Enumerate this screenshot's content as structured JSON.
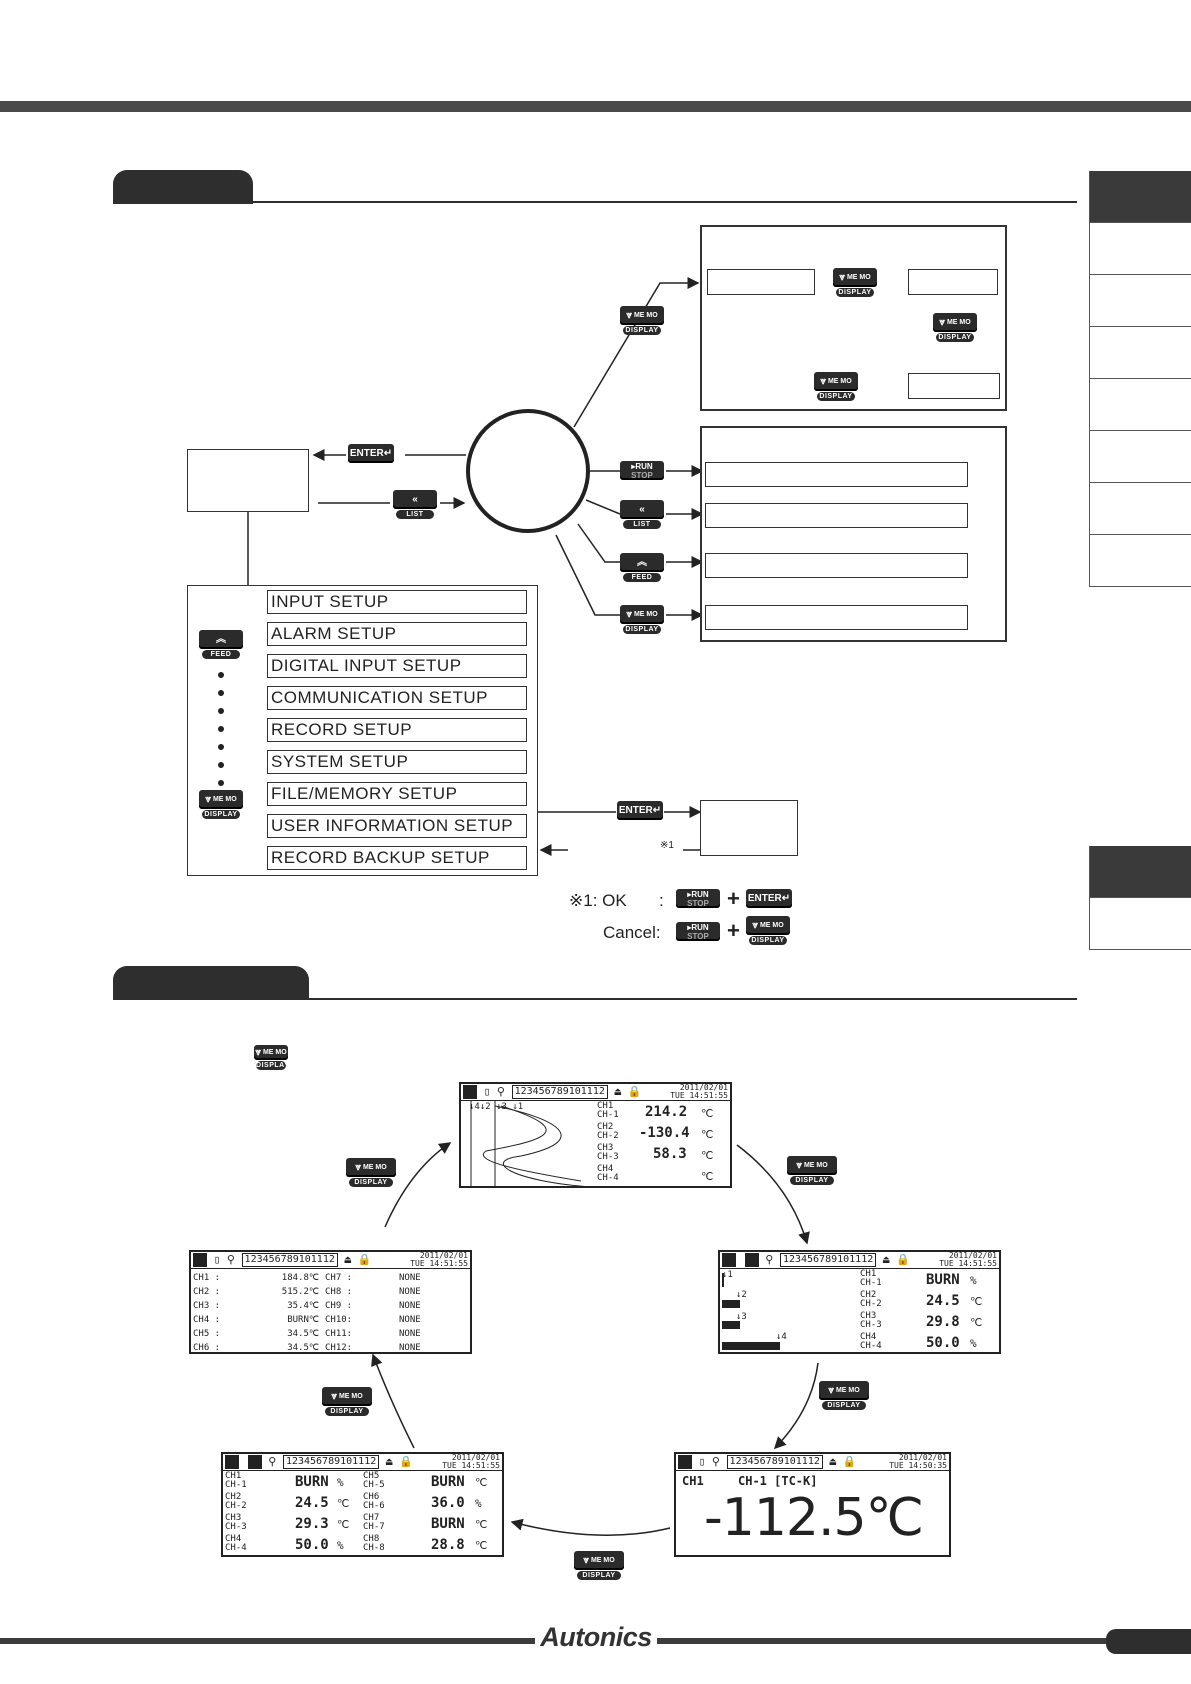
{
  "keys": {
    "memo_top": "ME MO",
    "display_label": "DISPLAY",
    "enter": "ENTER",
    "list": "LIST",
    "feed": "FEED",
    "run": "RUN",
    "stop": "STOP"
  },
  "menu": {
    "items": [
      "INPUT SETUP",
      "ALARM SETUP",
      "DIGITAL INPUT SETUP",
      "COMMUNICATION SETUP",
      "RECORD SETUP",
      "SYSTEM SETUP",
      "FILE/MEMORY SETUP",
      "USER INFORMATION SETUP",
      "RECORD BACKUP SETUP"
    ]
  },
  "notes": {
    "mark": "※1",
    "ok_label": "※1: OK",
    "colon": ":",
    "cancel_label": "Cancel:",
    "plus": "+"
  },
  "lcd": {
    "status_nums": "123456789101112",
    "date": "2011/02/01",
    "time_a": "TUE 14:51:55",
    "time_b": "TUE 14:50:35",
    "trend": {
      "rows": [
        {
          "ch": "CH1",
          "sub": "CH-1",
          "value": "214.2",
          "unit": "℃"
        },
        {
          "ch": "CH2",
          "sub": "CH-2",
          "value": "-130.4",
          "unit": "℃"
        },
        {
          "ch": "CH3",
          "sub": "CH-3",
          "value": "58.3",
          "unit": "℃"
        },
        {
          "ch": "CH4",
          "sub": "CH-4",
          "value": "",
          "unit": "℃"
        }
      ],
      "markers": "↓4↓2 ↓3 ↓1"
    },
    "bar": {
      "rows": [
        {
          "ch": "CH1",
          "sub": "CH-1",
          "value": "BURN",
          "unit": "%"
        },
        {
          "ch": "CH2",
          "sub": "CH-2",
          "value": "24.5",
          "unit": "℃"
        },
        {
          "ch": "CH3",
          "sub": "CH-3",
          "value": "29.8",
          "unit": "℃"
        },
        {
          "ch": "CH4",
          "sub": "CH-4",
          "value": "50.0",
          "unit": "%"
        }
      ],
      "markers": [
        "↓1",
        "↓2",
        "↓3",
        "↓4"
      ]
    },
    "single": {
      "ch": "CH1",
      "title": "CH-1 [TC-K]",
      "value": "-112.5℃"
    },
    "eight": {
      "left": [
        {
          "ch": "CH1",
          "sub": "CH-1",
          "value": "BURN",
          "unit": "%"
        },
        {
          "ch": "CH2",
          "sub": "CH-2",
          "value": "24.5",
          "unit": "℃"
        },
        {
          "ch": "CH3",
          "sub": "CH-3",
          "value": "29.3",
          "unit": "℃"
        },
        {
          "ch": "CH4",
          "sub": "CH-4",
          "value": "50.0",
          "unit": "%"
        }
      ],
      "right": [
        {
          "ch": "CH5",
          "sub": "CH-5",
          "value": "BURN",
          "unit": "℃"
        },
        {
          "ch": "CH6",
          "sub": "CH-6",
          "value": "36.0",
          "unit": "%"
        },
        {
          "ch": "CH7",
          "sub": "CH-7",
          "value": "BURN",
          "unit": "℃"
        },
        {
          "ch": "CH8",
          "sub": "CH-8",
          "value": "28.8",
          "unit": "℃"
        }
      ]
    },
    "twelve": {
      "left": [
        {
          "ch": "CH1 :",
          "value": "184.8℃"
        },
        {
          "ch": "CH2 :",
          "value": "515.2℃"
        },
        {
          "ch": "CH3 :",
          "value": "35.4℃"
        },
        {
          "ch": "CH4 :",
          "value": "BURN℃"
        },
        {
          "ch": "CH5 :",
          "value": "34.5℃"
        },
        {
          "ch": "CH6 :",
          "value": "34.5℃"
        }
      ],
      "right": [
        {
          "ch": "CH7 :",
          "value": "NONE"
        },
        {
          "ch": "CH8 :",
          "value": "NONE"
        },
        {
          "ch": "CH9 :",
          "value": "NONE"
        },
        {
          "ch": "CH10:",
          "value": "NONE"
        },
        {
          "ch": "CH11:",
          "value": "NONE"
        },
        {
          "ch": "CH12:",
          "value": "NONE"
        }
      ]
    }
  },
  "brand": "Autonics"
}
